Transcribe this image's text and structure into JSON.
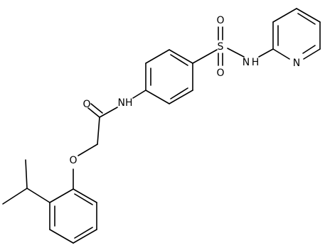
{
  "molecule": {
    "atom_labels": {
      "amide_oxygen": "O",
      "amide_nh": "NH",
      "ether_oxygen": "O",
      "sulfur": "S",
      "sulfonyl_oxygen_top": "O",
      "sulfonyl_oxygen_bottom": "O",
      "sulfonamide_nh": "N",
      "sulfonamide_h": "H",
      "pyridine_nitrogen": "N"
    }
  }
}
